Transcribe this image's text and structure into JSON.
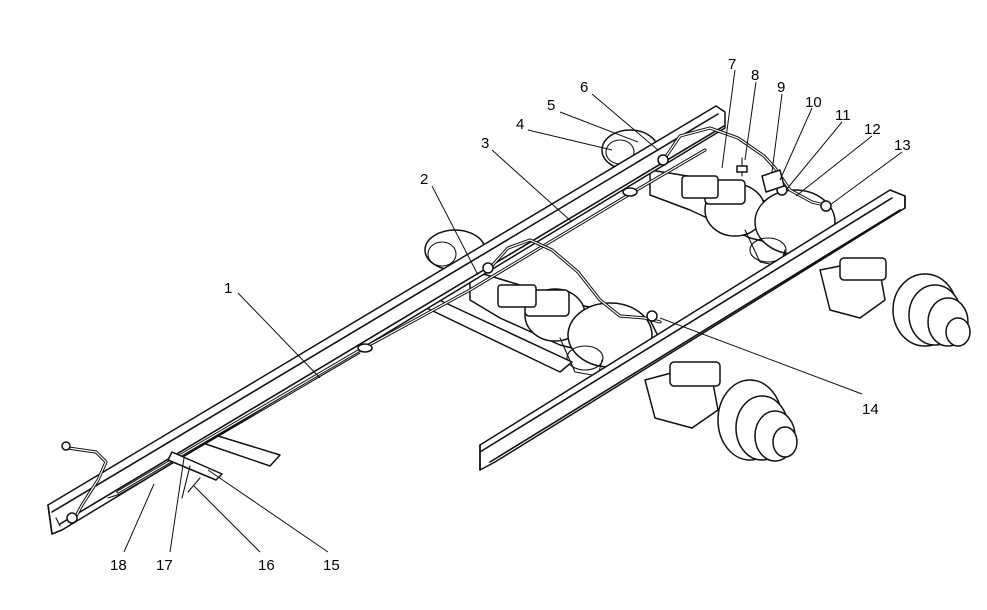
{
  "callouts": [
    "1",
    "2",
    "3",
    "4",
    "5",
    "6",
    "7",
    "8",
    "9",
    "10",
    "11",
    "12",
    "13",
    "14",
    "15",
    "16",
    "17",
    "18"
  ],
  "colors": {
    "line": "#111111",
    "background": "#ffffff"
  }
}
